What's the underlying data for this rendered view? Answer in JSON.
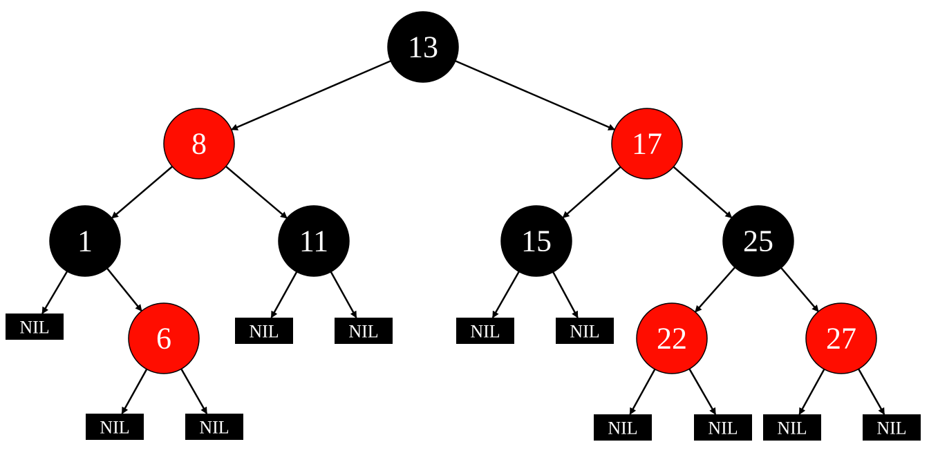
{
  "colors": {
    "red": "#ff0d00",
    "black": "#000000",
    "text": "#ffffff",
    "edge": "#000000"
  },
  "nodes": [
    {
      "id": "n13",
      "label": "13",
      "color": "black"
    },
    {
      "id": "n8",
      "label": "8",
      "color": "red"
    },
    {
      "id": "n17",
      "label": "17",
      "color": "red"
    },
    {
      "id": "n1",
      "label": "1",
      "color": "black"
    },
    {
      "id": "n11",
      "label": "11",
      "color": "black"
    },
    {
      "id": "n15",
      "label": "15",
      "color": "black"
    },
    {
      "id": "n25",
      "label": "25",
      "color": "black"
    },
    {
      "id": "n6",
      "label": "6",
      "color": "red"
    },
    {
      "id": "n22",
      "label": "22",
      "color": "red"
    },
    {
      "id": "n27",
      "label": "27",
      "color": "red"
    }
  ],
  "nil_label": "NIL",
  "nils": [
    "nil1",
    "nil2",
    "nil3",
    "nil4",
    "nil5",
    "nil6",
    "nil7",
    "nil8",
    "nil9",
    "nil10",
    "nil11"
  ],
  "edges": [
    [
      "n13",
      "n8"
    ],
    [
      "n13",
      "n17"
    ],
    [
      "n8",
      "n1"
    ],
    [
      "n8",
      "n11"
    ],
    [
      "n17",
      "n15"
    ],
    [
      "n17",
      "n25"
    ],
    [
      "n1",
      "nil1"
    ],
    [
      "n1",
      "n6"
    ],
    [
      "n6",
      "nil2"
    ],
    [
      "n6",
      "nil3"
    ],
    [
      "n11",
      "nil4"
    ],
    [
      "n11",
      "nil5"
    ],
    [
      "n15",
      "nil6"
    ],
    [
      "n15",
      "nil7"
    ],
    [
      "n25",
      "n22"
    ],
    [
      "n25",
      "n27"
    ],
    [
      "n22",
      "nil8"
    ],
    [
      "n22",
      "nil9"
    ],
    [
      "n27",
      "nil10"
    ],
    [
      "n27",
      "nil11"
    ]
  ]
}
